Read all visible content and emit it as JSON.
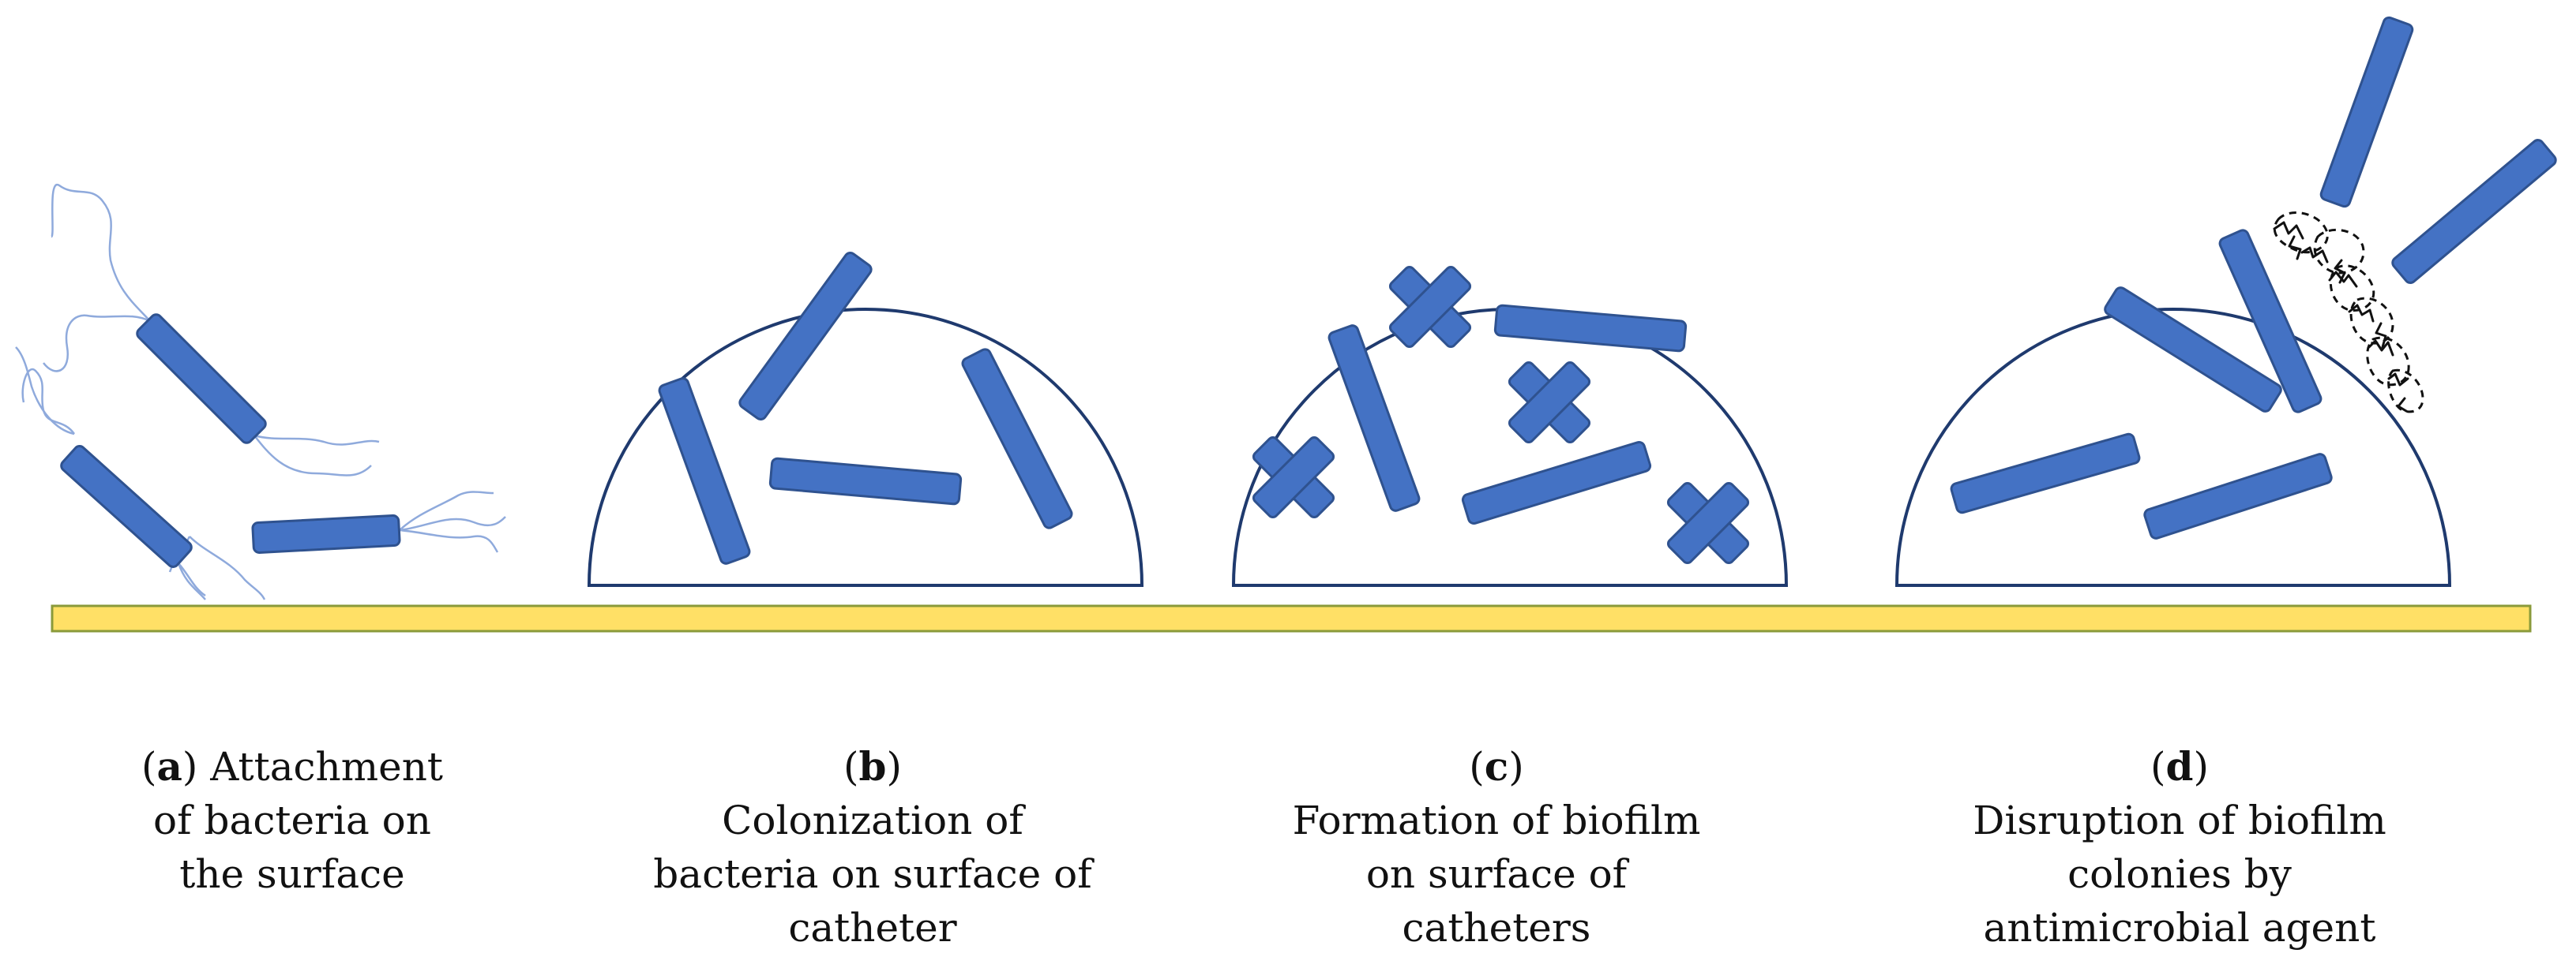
{
  "colors": {
    "bacteria_fill": "#4472C4",
    "bacteria_stroke": "#2F528F",
    "flagella": "#8FAADC",
    "biofilm_outline": "#1F3A6E",
    "surface_fill": "#FFE066",
    "surface_stroke": "#8A9A3A",
    "disruption": "#111111"
  },
  "icons": {
    "rod_bacterium": "rounded-rectangle",
    "coccus_cluster": "x-cross",
    "biofilm": "half-dome",
    "catheter_surface": "horizontal-bar"
  },
  "panels": [
    {
      "id": "a",
      "letter": "a",
      "caption_lines": [
        "Attachment",
        "of bacteria on",
        "the surface"
      ]
    },
    {
      "id": "b",
      "letter": "b",
      "caption_lines": [
        "Colonization of",
        "bacteria on surface of",
        "catheter"
      ]
    },
    {
      "id": "c",
      "letter": "c",
      "caption_lines": [
        "Formation of biofilm",
        "on surface of",
        "catheters"
      ]
    },
    {
      "id": "d",
      "letter": "d",
      "caption_lines": [
        "Disruption of biofilm",
        "colonies by",
        "antimicrobial agent"
      ]
    }
  ]
}
